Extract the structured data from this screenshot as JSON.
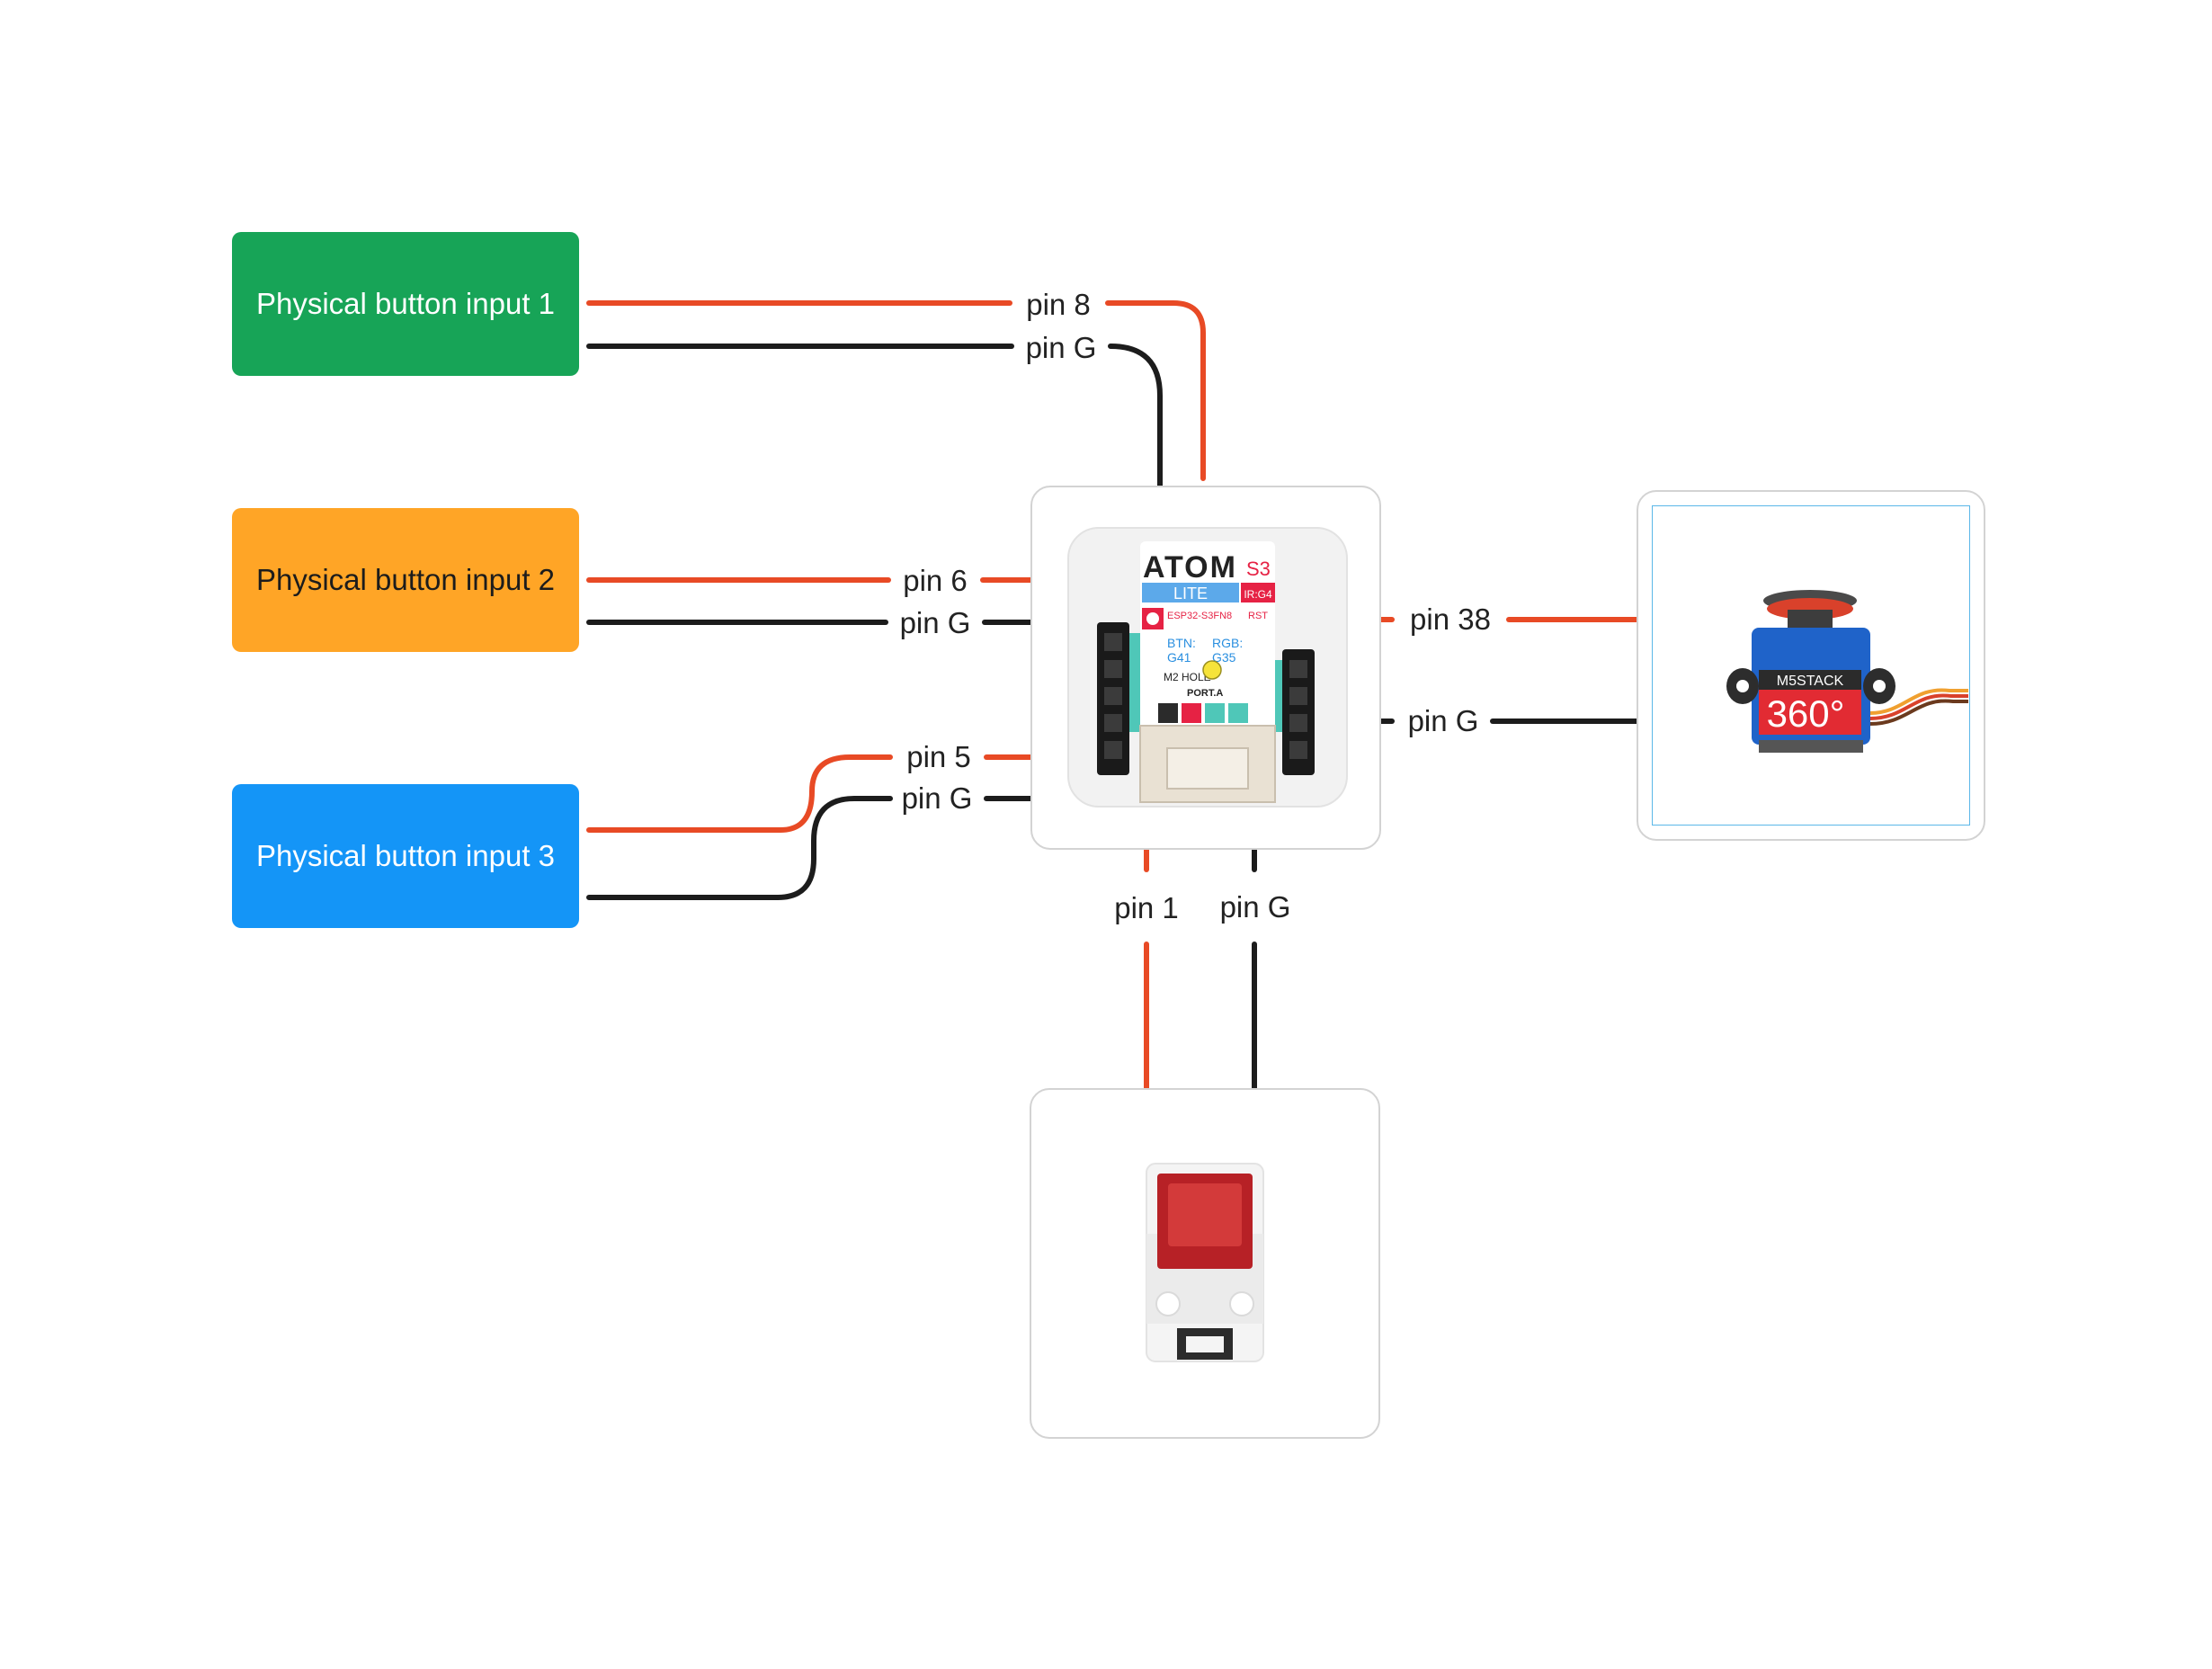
{
  "colors": {
    "wire_signal": "#e84a25",
    "wire_ground": "#1c1c1c",
    "box_green": "#17a457",
    "box_orange": "#ffa526",
    "box_blue": "#1495f7",
    "card_border": "#d3d3d3"
  },
  "inputs": [
    {
      "label": "Physical button input 1"
    },
    {
      "label": "Physical button input 2"
    },
    {
      "label": "Physical button input 3"
    }
  ],
  "pins": {
    "in1_signal": "pin 8",
    "in1_ground": "pin G",
    "in2_signal": "pin 6",
    "in2_ground": "pin G",
    "in3_signal": "pin 5",
    "in3_ground": "pin G",
    "servo_signal": "pin 38",
    "servo_ground": "pin G",
    "button_signal": "pin 1",
    "button_ground": "pin G"
  },
  "controller": {
    "brand": "ATOM",
    "variant": "S3",
    "edition": "LITE",
    "chip": "ESP32-S3FN8",
    "ir": "IR:G4",
    "rst": "RST",
    "btn_label": "BTN:",
    "btn_pin": "G41",
    "rgb_label": "RGB:",
    "rgb_pin": "G35",
    "hole": "M2 HOLE",
    "port": "PORT.A",
    "icon": "microcontroller-icon"
  },
  "servo": {
    "brand": "M5STACK",
    "badge": "360°",
    "icon": "servo-motor-icon"
  },
  "unit_button": {
    "icon": "push-button-icon"
  }
}
